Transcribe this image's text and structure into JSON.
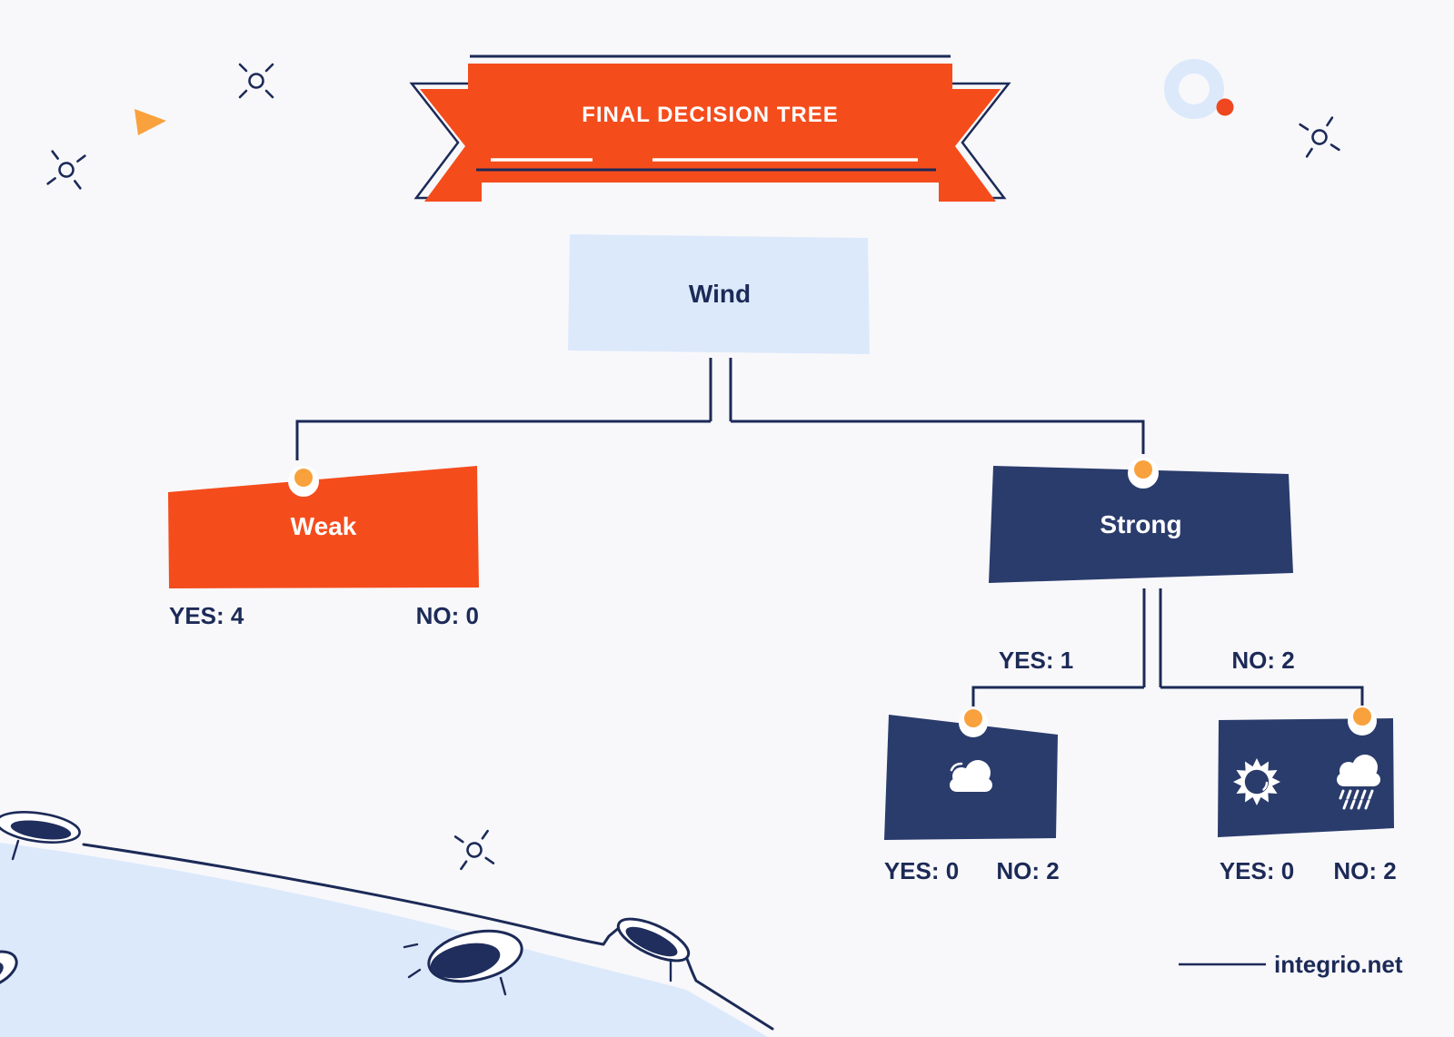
{
  "banner": {
    "title": "FINAL DECISION TREE"
  },
  "tree": {
    "root": {
      "label": "Wind"
    },
    "branches": [
      {
        "label": "Weak",
        "yes": "YES: 4",
        "no": "NO: 0"
      },
      {
        "label": "Strong",
        "edge_yes": "YES: 1",
        "edge_no": "NO: 2",
        "leaves": [
          {
            "icon": "cloud-icon",
            "yes": "YES: 0",
            "no": "NO: 2"
          },
          {
            "icons": [
              "sun-icon",
              "rain-cloud-icon"
            ],
            "yes": "YES: 0",
            "no": "NO: 2"
          }
        ]
      }
    ]
  },
  "footer": {
    "site": "integrio.net"
  },
  "colors": {
    "background": "#F8F8FB",
    "orange": "#F54C1C",
    "accent_orange": "#F9A13D",
    "red_orange": "#EF4720",
    "navy_line": "#1C2A57",
    "node_navy": "#2A3C6C",
    "light_blue": "#DCE9FB",
    "white": "#FFFFFF"
  }
}
